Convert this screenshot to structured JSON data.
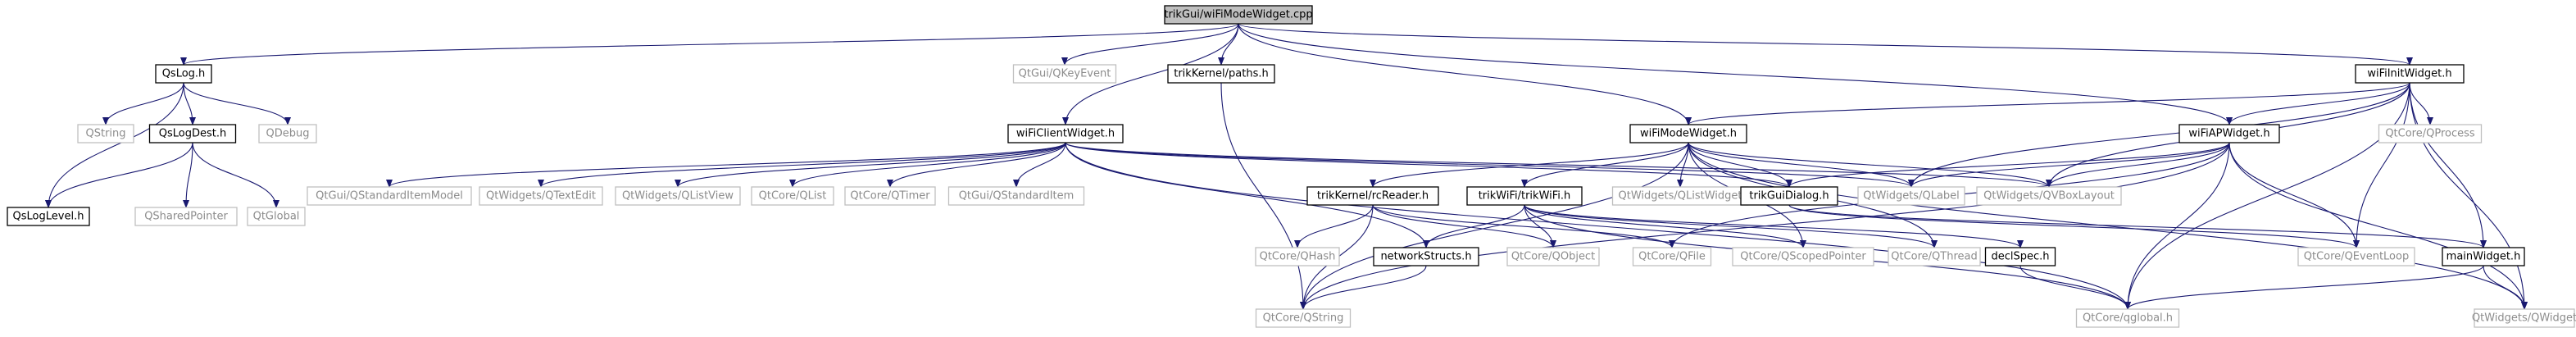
{
  "diagram": {
    "colors": {
      "edge": "#191970",
      "internal_border": "#000000",
      "external_border": "#bfbfbf",
      "external_text": "#8c8c8c",
      "root_fill": "#bfbfbf"
    },
    "nodes": [
      {
        "id": "root",
        "label": "trikGui/wiFiModeWidget.cpp",
        "kind": "root"
      },
      {
        "id": "qslog",
        "label": "QsLog.h",
        "kind": "internal"
      },
      {
        "id": "qkeyevent",
        "label": "QtGui/QKeyEvent",
        "kind": "external"
      },
      {
        "id": "paths",
        "label": "trikKernel/paths.h",
        "kind": "internal"
      },
      {
        "id": "wifiinit",
        "label": "wiFiInitWidget.h",
        "kind": "internal"
      },
      {
        "id": "qstring_plain",
        "label": "QString",
        "kind": "external"
      },
      {
        "id": "qslogdest",
        "label": "QsLogDest.h",
        "kind": "internal"
      },
      {
        "id": "qdebug",
        "label": "QDebug",
        "kind": "external"
      },
      {
        "id": "wificlient",
        "label": "wiFiClientWidget.h",
        "kind": "internal"
      },
      {
        "id": "wifimode",
        "label": "wiFiModeWidget.h",
        "kind": "internal"
      },
      {
        "id": "wifiap",
        "label": "wiFiAPWidget.h",
        "kind": "internal"
      },
      {
        "id": "qprocess",
        "label": "QtCore/QProcess",
        "kind": "external"
      },
      {
        "id": "qsloglevel",
        "label": "QsLogLevel.h",
        "kind": "internal"
      },
      {
        "id": "qsharedptr",
        "label": "QSharedPointer",
        "kind": "external"
      },
      {
        "id": "qtglobal",
        "label": "QtGlobal",
        "kind": "external"
      },
      {
        "id": "qstdmodel",
        "label": "QtGui/QStandardItemModel",
        "kind": "external"
      },
      {
        "id": "qtextedit",
        "label": "QtWidgets/QTextEdit",
        "kind": "external"
      },
      {
        "id": "qlistview",
        "label": "QtWidgets/QListView",
        "kind": "external"
      },
      {
        "id": "qlist",
        "label": "QtCore/QList",
        "kind": "external"
      },
      {
        "id": "qtimer",
        "label": "QtCore/QTimer",
        "kind": "external"
      },
      {
        "id": "qstditem",
        "label": "QtGui/QStandardItem",
        "kind": "external"
      },
      {
        "id": "rcreader",
        "label": "trikKernel/rcReader.h",
        "kind": "internal"
      },
      {
        "id": "trikwifi",
        "label": "trikWiFi/trikWiFi.h",
        "kind": "internal"
      },
      {
        "id": "qlistwidget",
        "label": "QtWidgets/QListWidget",
        "kind": "external"
      },
      {
        "id": "guidialog",
        "label": "trikGuiDialog.h",
        "kind": "internal"
      },
      {
        "id": "qlabel",
        "label": "QtWidgets/QLabel",
        "kind": "external"
      },
      {
        "id": "qvbox",
        "label": "QtWidgets/QVBoxLayout",
        "kind": "external"
      },
      {
        "id": "qhash",
        "label": "QtCore/QHash",
        "kind": "external"
      },
      {
        "id": "netstructs",
        "label": "networkStructs.h",
        "kind": "internal"
      },
      {
        "id": "qobject",
        "label": "QtCore/QObject",
        "kind": "external"
      },
      {
        "id": "qfile",
        "label": "QtCore/QFile",
        "kind": "external"
      },
      {
        "id": "qscoped",
        "label": "QtCore/QScopedPointer",
        "kind": "external"
      },
      {
        "id": "qthread",
        "label": "QtCore/QThread",
        "kind": "external"
      },
      {
        "id": "declspec",
        "label": "declSpec.h",
        "kind": "internal"
      },
      {
        "id": "qeventloop",
        "label": "QtCore/QEventLoop",
        "kind": "external"
      },
      {
        "id": "mainwidget",
        "label": "mainWidget.h",
        "kind": "internal"
      },
      {
        "id": "qtcorestring",
        "label": "QtCore/QString",
        "kind": "external"
      },
      {
        "id": "qglobal",
        "label": "QtCore/qglobal.h",
        "kind": "external"
      },
      {
        "id": "qwidget",
        "label": "QtWidgets/QWidget",
        "kind": "external"
      }
    ],
    "edges": [
      [
        "root",
        "qslog"
      ],
      [
        "root",
        "qkeyevent"
      ],
      [
        "root",
        "paths"
      ],
      [
        "root",
        "wifiinit"
      ],
      [
        "root",
        "wificlient"
      ],
      [
        "root",
        "wifimode"
      ],
      [
        "root",
        "wifiap"
      ],
      [
        "qslog",
        "qstring_plain"
      ],
      [
        "qslog",
        "qslogdest"
      ],
      [
        "qslog",
        "qdebug"
      ],
      [
        "qslog",
        "qsloglevel"
      ],
      [
        "qslogdest",
        "qsloglevel"
      ],
      [
        "qslogdest",
        "qsharedptr"
      ],
      [
        "qslogdest",
        "qtglobal"
      ],
      [
        "paths",
        "qtcorestring"
      ],
      [
        "wifiinit",
        "wifimode"
      ],
      [
        "wifiinit",
        "wifiap"
      ],
      [
        "wifiinit",
        "qprocess"
      ],
      [
        "wifiinit",
        "qlabel"
      ],
      [
        "wifiinit",
        "qvbox"
      ],
      [
        "wifiinit",
        "qeventloop"
      ],
      [
        "wifiinit",
        "mainwidget"
      ],
      [
        "wifiinit",
        "qwidget"
      ],
      [
        "wifiinit",
        "qglobal"
      ],
      [
        "wificlient",
        "qstdmodel"
      ],
      [
        "wificlient",
        "qtextedit"
      ],
      [
        "wificlient",
        "qlistview"
      ],
      [
        "wificlient",
        "qlist"
      ],
      [
        "wificlient",
        "qtimer"
      ],
      [
        "wificlient",
        "qstditem"
      ],
      [
        "wificlient",
        "guidialog"
      ],
      [
        "wificlient",
        "qlabel"
      ],
      [
        "wificlient",
        "qvbox"
      ],
      [
        "wificlient",
        "netstructs"
      ],
      [
        "wificlient",
        "qglobal"
      ],
      [
        "wifimode",
        "rcreader"
      ],
      [
        "wifimode",
        "trikwifi"
      ],
      [
        "wifimode",
        "qlistwidget"
      ],
      [
        "wifimode",
        "guidialog"
      ],
      [
        "wifimode",
        "qlabel"
      ],
      [
        "wifimode",
        "qvbox"
      ],
      [
        "wifimode",
        "qtcorestring"
      ],
      [
        "wifimode",
        "qscoped"
      ],
      [
        "wifimode",
        "qthread"
      ],
      [
        "wifimode",
        "qwidget"
      ],
      [
        "wifiap",
        "guidialog"
      ],
      [
        "wifiap",
        "qlabel"
      ],
      [
        "wifiap",
        "qvbox"
      ],
      [
        "wifiap",
        "qfile"
      ],
      [
        "wifiap",
        "qeventloop"
      ],
      [
        "wifiap",
        "qglobal"
      ],
      [
        "wifiap",
        "qtcorestring"
      ],
      [
        "wifiap",
        "qwidget"
      ],
      [
        "rcreader",
        "qhash"
      ],
      [
        "rcreader",
        "qobject"
      ],
      [
        "rcreader",
        "qfile"
      ],
      [
        "rcreader",
        "qtcorestring"
      ],
      [
        "trikwifi",
        "netstructs"
      ],
      [
        "trikwifi",
        "qobject"
      ],
      [
        "trikwifi",
        "qscoped"
      ],
      [
        "trikwifi",
        "qthread"
      ],
      [
        "trikwifi",
        "declspec"
      ],
      [
        "trikwifi",
        "qglobal"
      ],
      [
        "guidialog",
        "qeventloop"
      ],
      [
        "guidialog",
        "mainwidget"
      ],
      [
        "netstructs",
        "qtcorestring"
      ],
      [
        "declspec",
        "qglobal"
      ],
      [
        "mainwidget",
        "qglobal"
      ],
      [
        "mainwidget",
        "qwidget"
      ]
    ]
  }
}
